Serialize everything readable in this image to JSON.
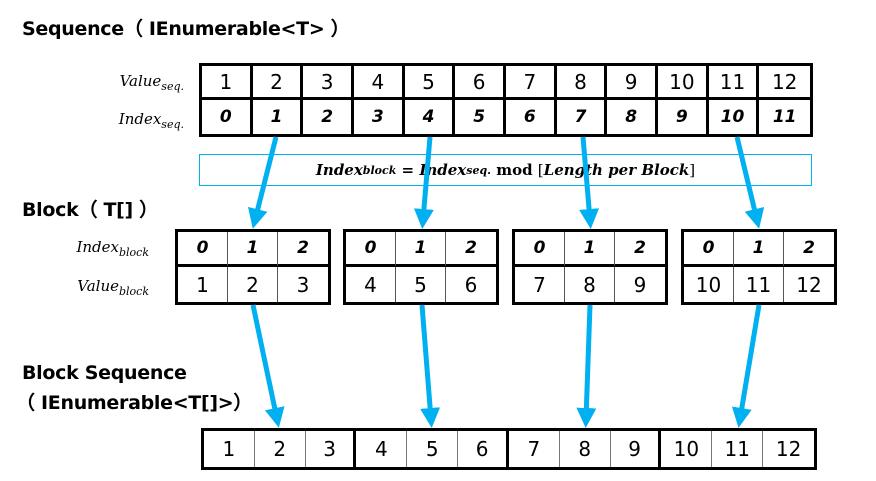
{
  "headings": {
    "sequence": "Sequence（ IEnumerable<T> ）",
    "block": "Block（ T[] ）",
    "block_sequence_line1": "Block Sequence",
    "block_sequence_line2": "（ IEnumerable<T[]>）"
  },
  "labels": {
    "value_seq": {
      "base": "Value",
      "sub": "seq."
    },
    "index_seq": {
      "base": "Index",
      "sub": "seq."
    },
    "index_block": {
      "base": "Index",
      "sub": "block"
    },
    "value_block": {
      "base": "Value",
      "sub": "block"
    }
  },
  "sequence": {
    "values": [
      "1",
      "2",
      "3",
      "4",
      "5",
      "6",
      "7",
      "8",
      "9",
      "10",
      "11",
      "12"
    ],
    "indices": [
      "0",
      "1",
      "2",
      "3",
      "4",
      "5",
      "6",
      "7",
      "8",
      "9",
      "10",
      "11"
    ]
  },
  "formula": {
    "lhs_base": "Index",
    "lhs_sub": "block",
    "equals": " = ",
    "rhs_base": "Index",
    "rhs_sub": "seq.",
    "op": " mod ",
    "bracket_open": "[",
    "param": "Length per Block",
    "bracket_close": "]"
  },
  "blocks": [
    {
      "indices": [
        "0",
        "1",
        "2"
      ],
      "values": [
        "1",
        "2",
        "3"
      ]
    },
    {
      "indices": [
        "0",
        "1",
        "2"
      ],
      "values": [
        "4",
        "5",
        "6"
      ]
    },
    {
      "indices": [
        "0",
        "1",
        "2"
      ],
      "values": [
        "7",
        "8",
        "9"
      ]
    },
    {
      "indices": [
        "0",
        "1",
        "2"
      ],
      "values": [
        "10",
        "11",
        "12"
      ]
    }
  ],
  "block_sequence": {
    "values": [
      "1",
      "2",
      "3",
      "4",
      "5",
      "6",
      "7",
      "8",
      "9",
      "10",
      "11",
      "12"
    ]
  },
  "colors": {
    "arrow": "#00b0f0",
    "formula_border": "#00b0f0",
    "cell_border": "#000000"
  }
}
